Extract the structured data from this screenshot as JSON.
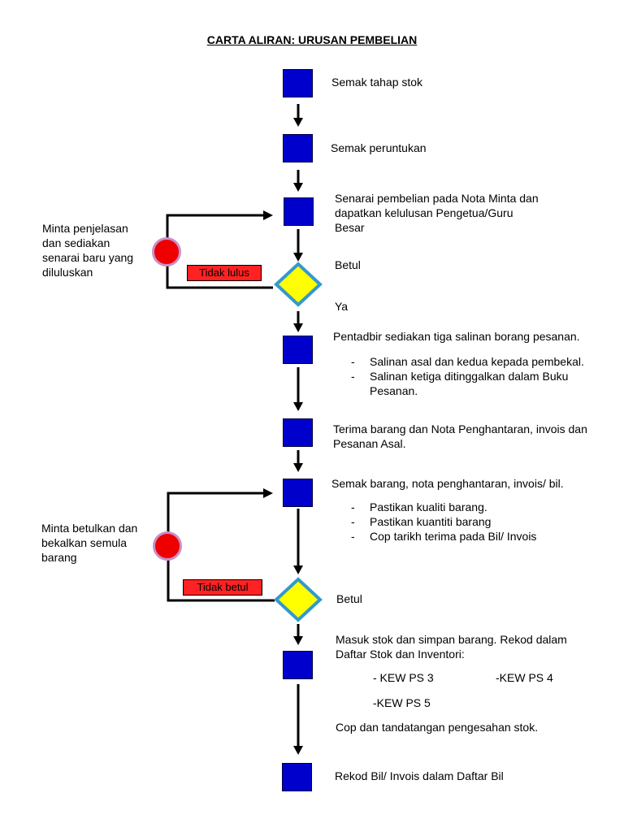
{
  "title": "CARTA ALIRAN: URUSAN PEMBELIAN",
  "steps": {
    "s1": "Semak tahap stok",
    "s2": "Semak peruntukan",
    "s3": [
      "Senarai pembelian pada Nota Minta dan",
      "dapatkan kelulusan Pengetua/Guru",
      "Besar"
    ],
    "d1_label": "Betul",
    "d1_yes": "Ya",
    "s4": "Pentadbir sediakan tiga salinan borang pesanan.",
    "s4_bullets": [
      "Salinan asal dan kedua kepada pembekal.",
      "Salinan ketiga ditinggalkan dalam Buku",
      "Pesanan."
    ],
    "s5": [
      "Terima barang dan Nota Penghantaran, invois dan",
      "Pesanan Asal."
    ],
    "s6": "Semak barang, nota penghantaran, invois/ bil.",
    "s6_bullets": [
      "Pastikan kualiti barang.",
      "Pastikan kuantiti barang",
      "Cop tarikh terima pada Bil/ Invois"
    ],
    "d2_label": "Betul",
    "s7": [
      "Masuk stok dan simpan barang. Rekod dalam",
      "Daftar Stok dan Inventori:"
    ],
    "s7_forms": [
      "- KEW PS 3",
      "-KEW PS 4",
      "-KEW PS 5"
    ],
    "s7_note": "Cop dan tandatangan pengesahan stok.",
    "s8": "Rekod Bil/ Invois dalam Daftar Bil"
  },
  "loops": {
    "l1_text": [
      "Minta penjelasan",
      "dan sediakan",
      "senarai baru yang",
      "diluluskan"
    ],
    "l1_tag": "Tidak lulus",
    "l2_text": [
      "Minta betulkan dan",
      "bekalkan semula",
      "barang"
    ],
    "l2_tag": "Tidak betul"
  },
  "colors": {
    "box": "#0000cc",
    "diamond_fill": "#ffff00",
    "diamond_border": "#3399cc",
    "circle": "#ee0000",
    "tag": "#ff2222"
  }
}
